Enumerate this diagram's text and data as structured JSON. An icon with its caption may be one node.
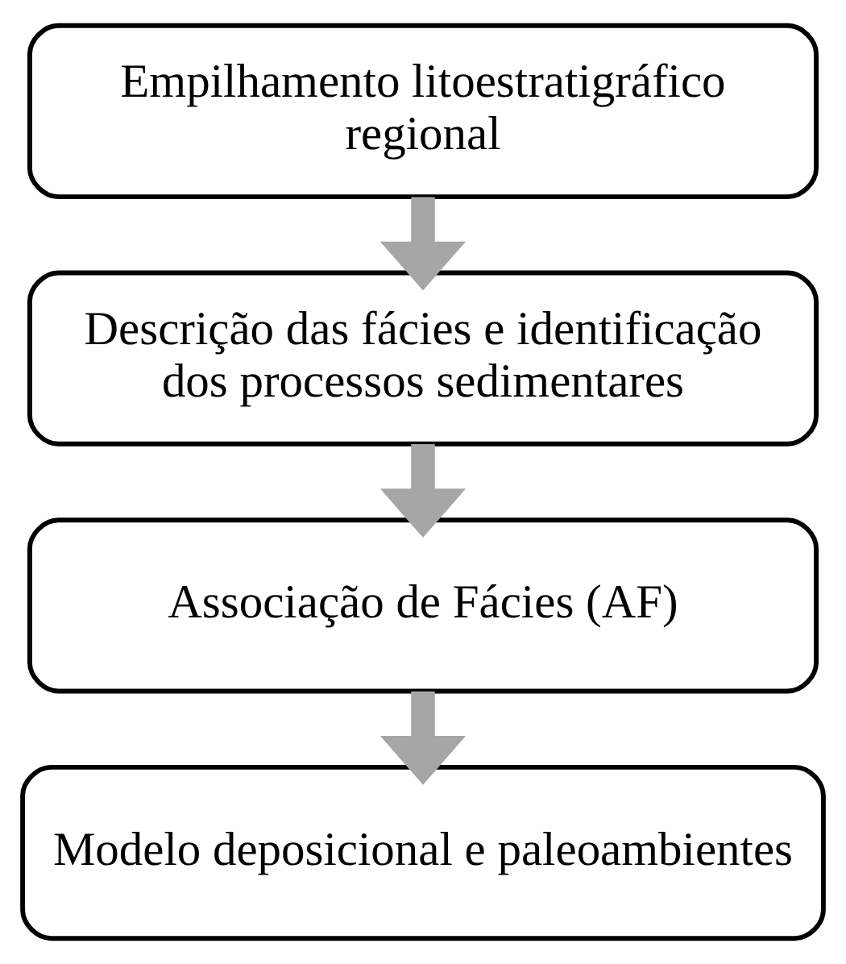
{
  "diagram": {
    "nodes": [
      {
        "text": [
          "Empilhamento litoestratigráfico regional"
        ]
      },
      {
        "text": [
          "Descrição das fácies e identificação dos processos sedimentares"
        ]
      },
      {
        "text": [
          "Associação de Fácies (AF)"
        ]
      },
      {
        "text": [
          "Modelo deposicional e paleoambientes"
        ]
      }
    ],
    "edges": [
      {
        "from": 0,
        "to": 1,
        "arrow": "to"
      },
      {
        "from": 1,
        "to": 2,
        "arrow": "to"
      },
      {
        "from": 2,
        "to": 3,
        "arrow": "to"
      }
    ]
  }
}
